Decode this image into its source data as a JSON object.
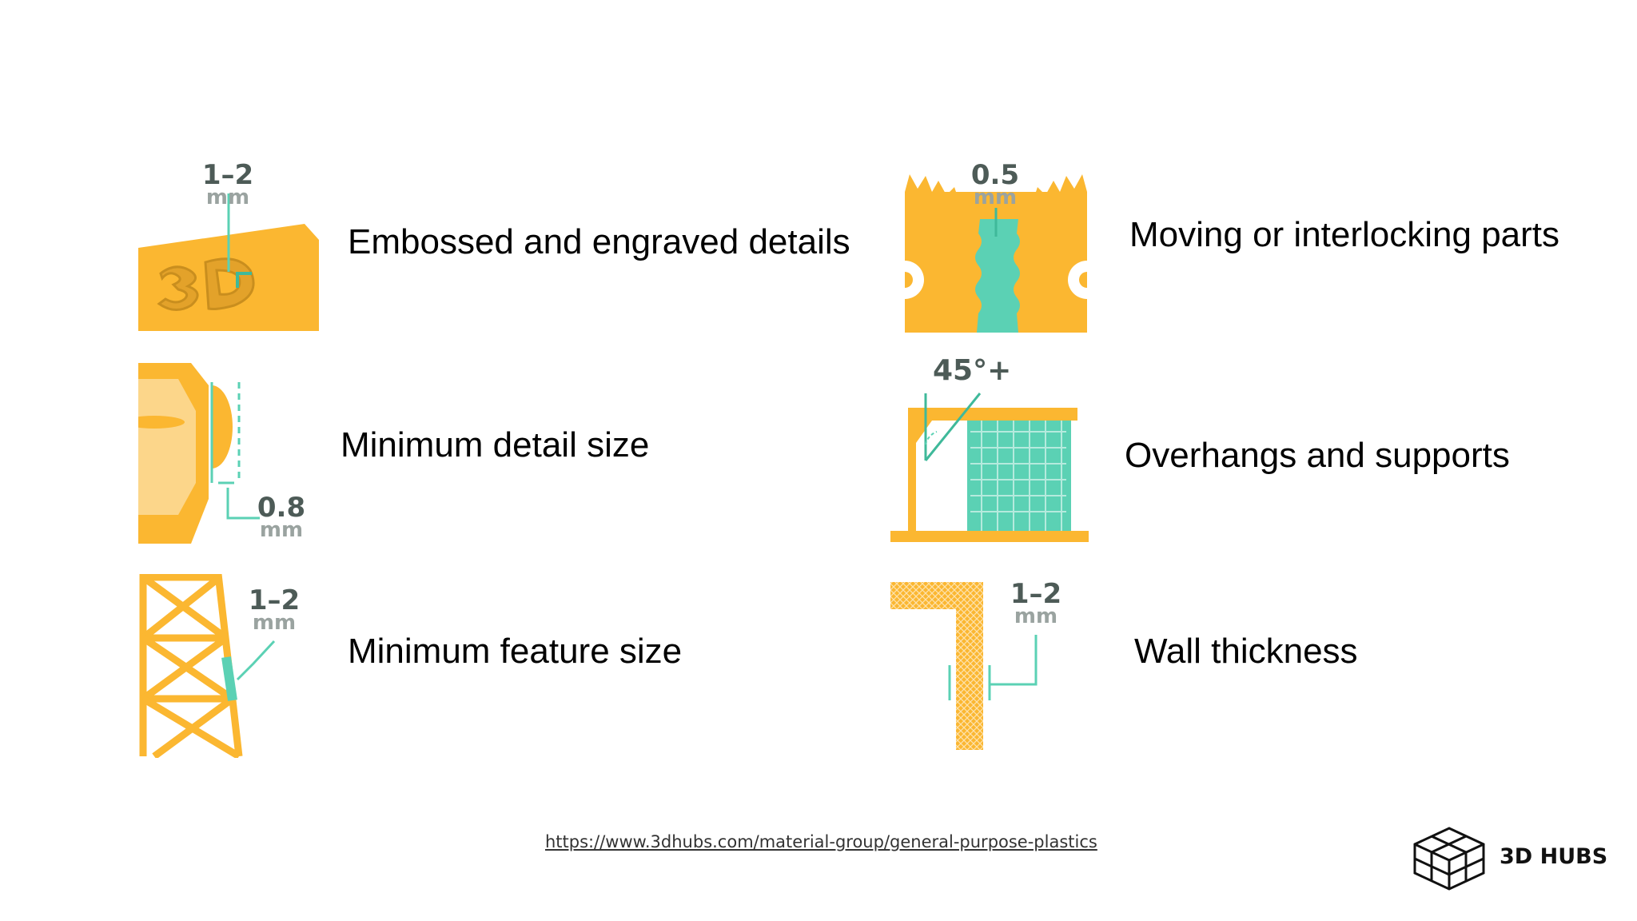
{
  "features": [
    {
      "label": "Embossed and engraved details",
      "dim_value": "1–2",
      "dim_unit": "mm",
      "icon": "embossed-3d-icon"
    },
    {
      "label": "Moving or interlocking parts",
      "dim_value": "0.5",
      "dim_unit": "mm",
      "icon": "interlocking-gears-icon"
    },
    {
      "label": "Minimum detail size",
      "dim_value": "0.8",
      "dim_unit": "mm",
      "icon": "detail-size-icon"
    },
    {
      "label": "Overhangs and supports",
      "angle": "45°+",
      "icon": "overhang-support-icon"
    },
    {
      "label": "Minimum feature size",
      "dim_value": "1–2",
      "dim_unit": "mm",
      "icon": "lattice-tower-icon"
    },
    {
      "label": "Wall thickness",
      "dim_value": "1–2",
      "dim_unit": "mm",
      "icon": "wall-thickness-icon"
    }
  ],
  "source_link": "https://www.3dhubs.com/material-group/general-purpose-plastics",
  "brand": {
    "name": "3D HUBS",
    "logo_icon": "3dhubs-hex-logo-icon"
  },
  "colors": {
    "accent_orange": "#fbb731",
    "accent_teal": "#5bd1b4",
    "text_gray": "#4d5b57"
  }
}
